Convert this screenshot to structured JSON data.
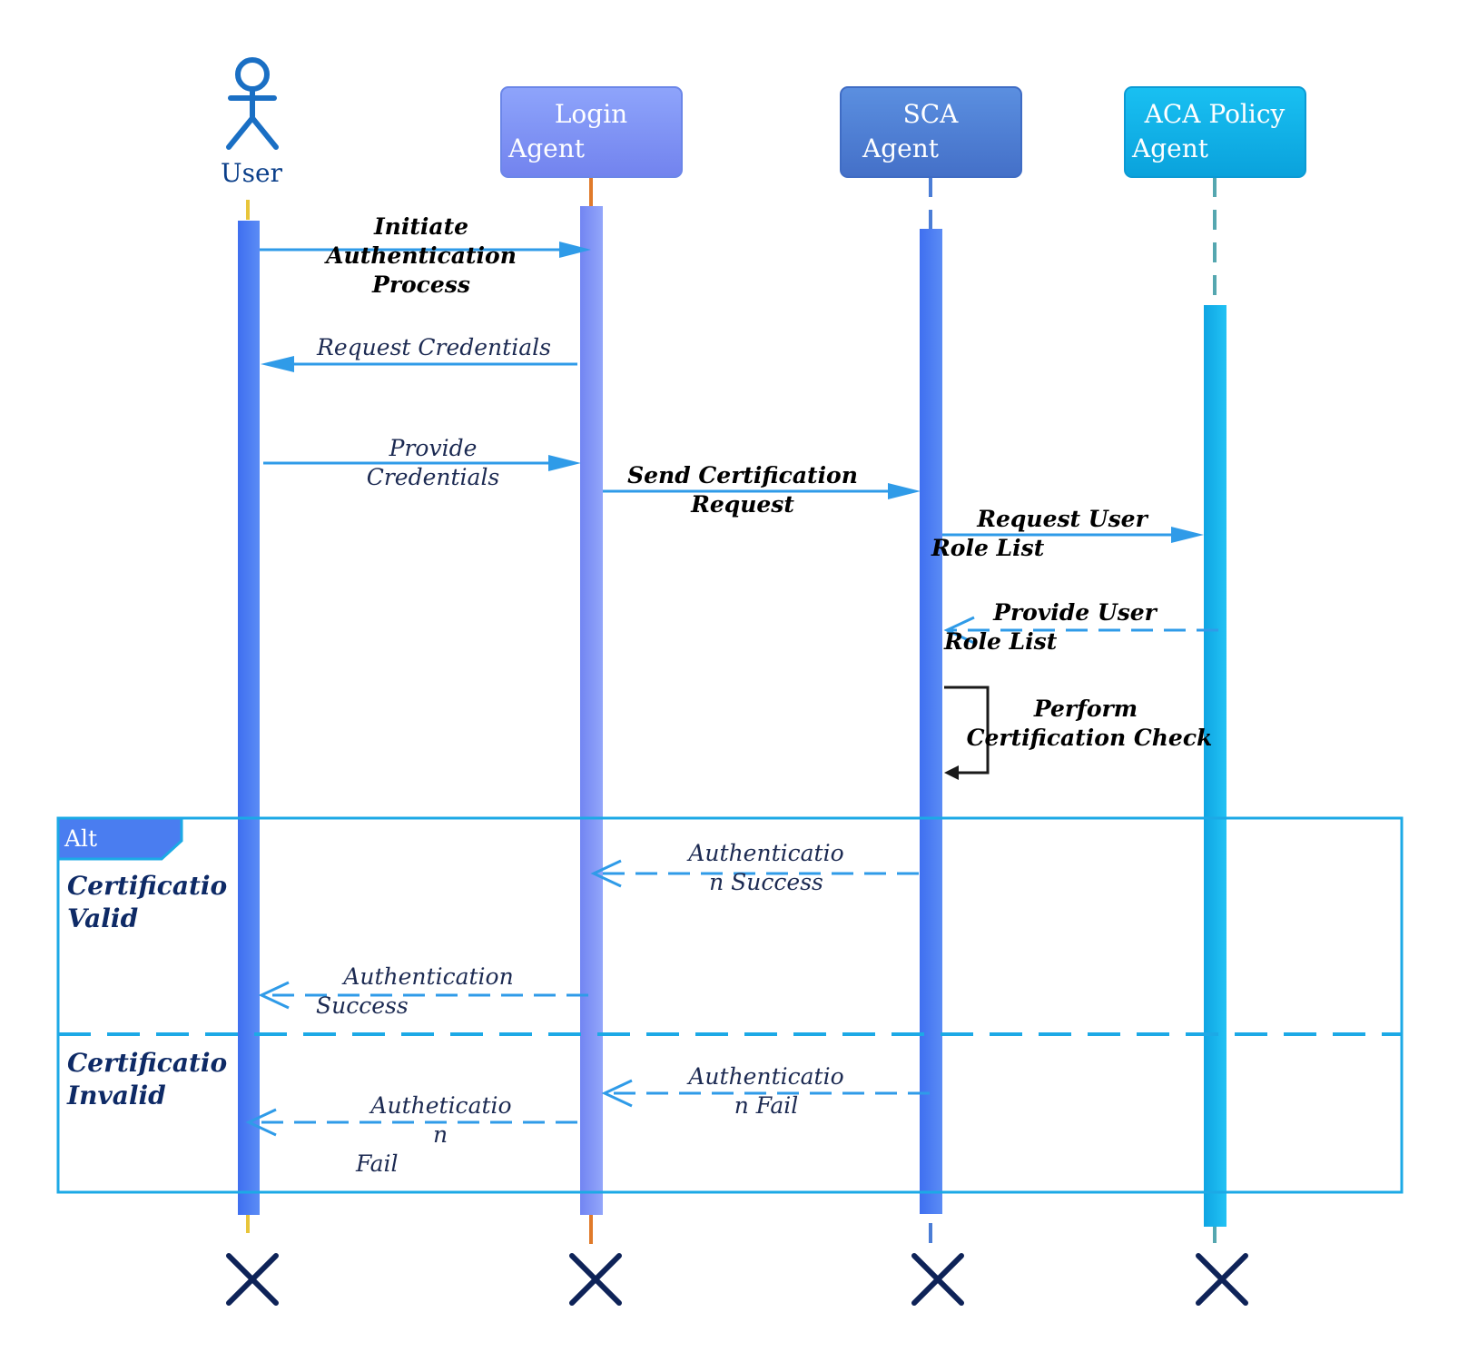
{
  "participants": {
    "user": {
      "label": "User"
    },
    "login": {
      "line1": "Login",
      "line2": "Agent"
    },
    "sca": {
      "line1": "SCA",
      "line2": "Agent"
    },
    "aca": {
      "line1": "ACA Policy",
      "line2": "Agent"
    }
  },
  "messages": {
    "m1": [
      "Initiate",
      "Authentication",
      "Process"
    ],
    "m2": [
      "Request Credentials"
    ],
    "m3": [
      "Provide",
      "Credentials"
    ],
    "m4": [
      "Send Certification",
      "Request"
    ],
    "m5": [
      "Request User",
      "Role List"
    ],
    "m6": [
      "Provide User",
      "Role List"
    ],
    "m7": [
      "Perform",
      "Certification Check"
    ],
    "m8": [
      "Authenticatio",
      "n Success"
    ],
    "m9": [
      "Authentication",
      "Success"
    ],
    "m10": [
      "Authenticatio",
      "n Fail"
    ],
    "m11": [
      "Autheticatio",
      "n",
      "Fail"
    ]
  },
  "frame": {
    "label": "Alt",
    "guard1": [
      "Certificatio",
      "Valid"
    ],
    "guard2": [
      "Certificatio",
      "Invalid"
    ]
  },
  "colors": {
    "user_icon": "#1a6fc4",
    "login_box": "#7f95f5",
    "sca_box": "#4b7dd6",
    "aca_box": "#10aee6",
    "activation_blue": "#4a7df0",
    "activation_login": "#7f95f5",
    "activation_aca": "#10b3e8",
    "arrow": "#2f9be8",
    "frame": "#1ca9e6",
    "destroy": "#0e2358"
  }
}
